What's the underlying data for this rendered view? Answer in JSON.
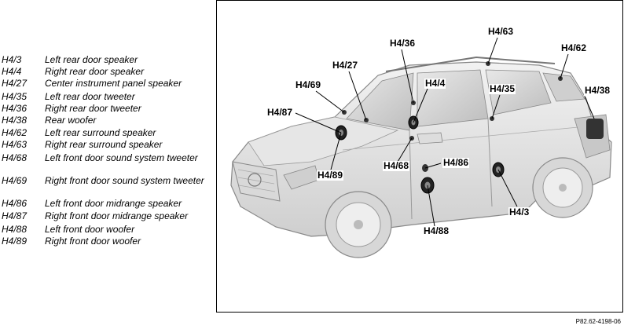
{
  "legend": [
    {
      "code": "H4/3",
      "desc": "Left rear door speaker"
    },
    {
      "code": "H4/4",
      "desc": "Right rear door speaker"
    },
    {
      "code": "H4/27",
      "desc": "Center instrument panel speaker"
    },
    {
      "code": "H4/35",
      "desc": "Left rear door tweeter"
    },
    {
      "code": "H4/36",
      "desc": "Right rear door tweeter"
    },
    {
      "code": "H4/38",
      "desc": "Rear woofer"
    },
    {
      "code": "H4/62",
      "desc": "Left rear surround speaker"
    },
    {
      "code": "H4/63",
      "desc": "Right rear surround speaker"
    },
    {
      "code": "H4/68",
      "desc": "Left front door sound system tweeter"
    },
    {
      "code": "H4/69",
      "desc": "Right front door sound system tweeter"
    },
    {
      "code": "H4/86",
      "desc": "Left front door midrange speaker"
    },
    {
      "code": "H4/87",
      "desc": "Right front door midrange speaker"
    },
    {
      "code": "H4/88",
      "desc": "Left front door woofer"
    },
    {
      "code": "H4/89",
      "desc": "Right front door woofer"
    }
  ],
  "callouts": {
    "h4_63": "H4/63",
    "h4_36": "H4/36",
    "h4_62": "H4/62",
    "h4_27": "H4/27",
    "h4_69": "H4/69",
    "h4_4": "H4/4",
    "h4_35": "H4/35",
    "h4_38": "H4/38",
    "h4_87": "H4/87",
    "h4_68": "H4/68",
    "h4_86": "H4/86",
    "h4_89": "H4/89",
    "h4_3": "H4/3",
    "h4_88": "H4/88"
  },
  "figure_ref": "P82.62-4198-06"
}
